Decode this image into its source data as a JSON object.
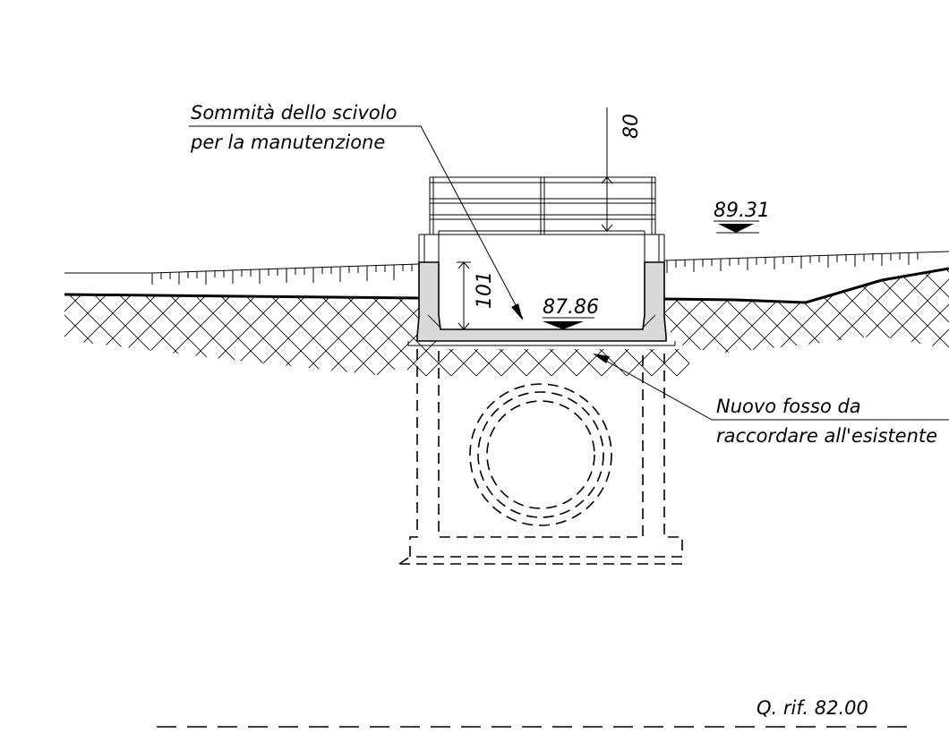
{
  "labels": {
    "slide_top_line1": "Sommità dello scivolo",
    "slide_top_line2": "per la manutenzione",
    "new_ditch_line1": "Nuovo fosso da",
    "new_ditch_line2": "raccordare all'esistente",
    "reference_level": "Q. rif. 82.00"
  },
  "dimensions": {
    "railing_height": "80",
    "channel_depth": "101"
  },
  "elevations": {
    "ground_right": "89.31",
    "channel_bottom": "87.86"
  }
}
